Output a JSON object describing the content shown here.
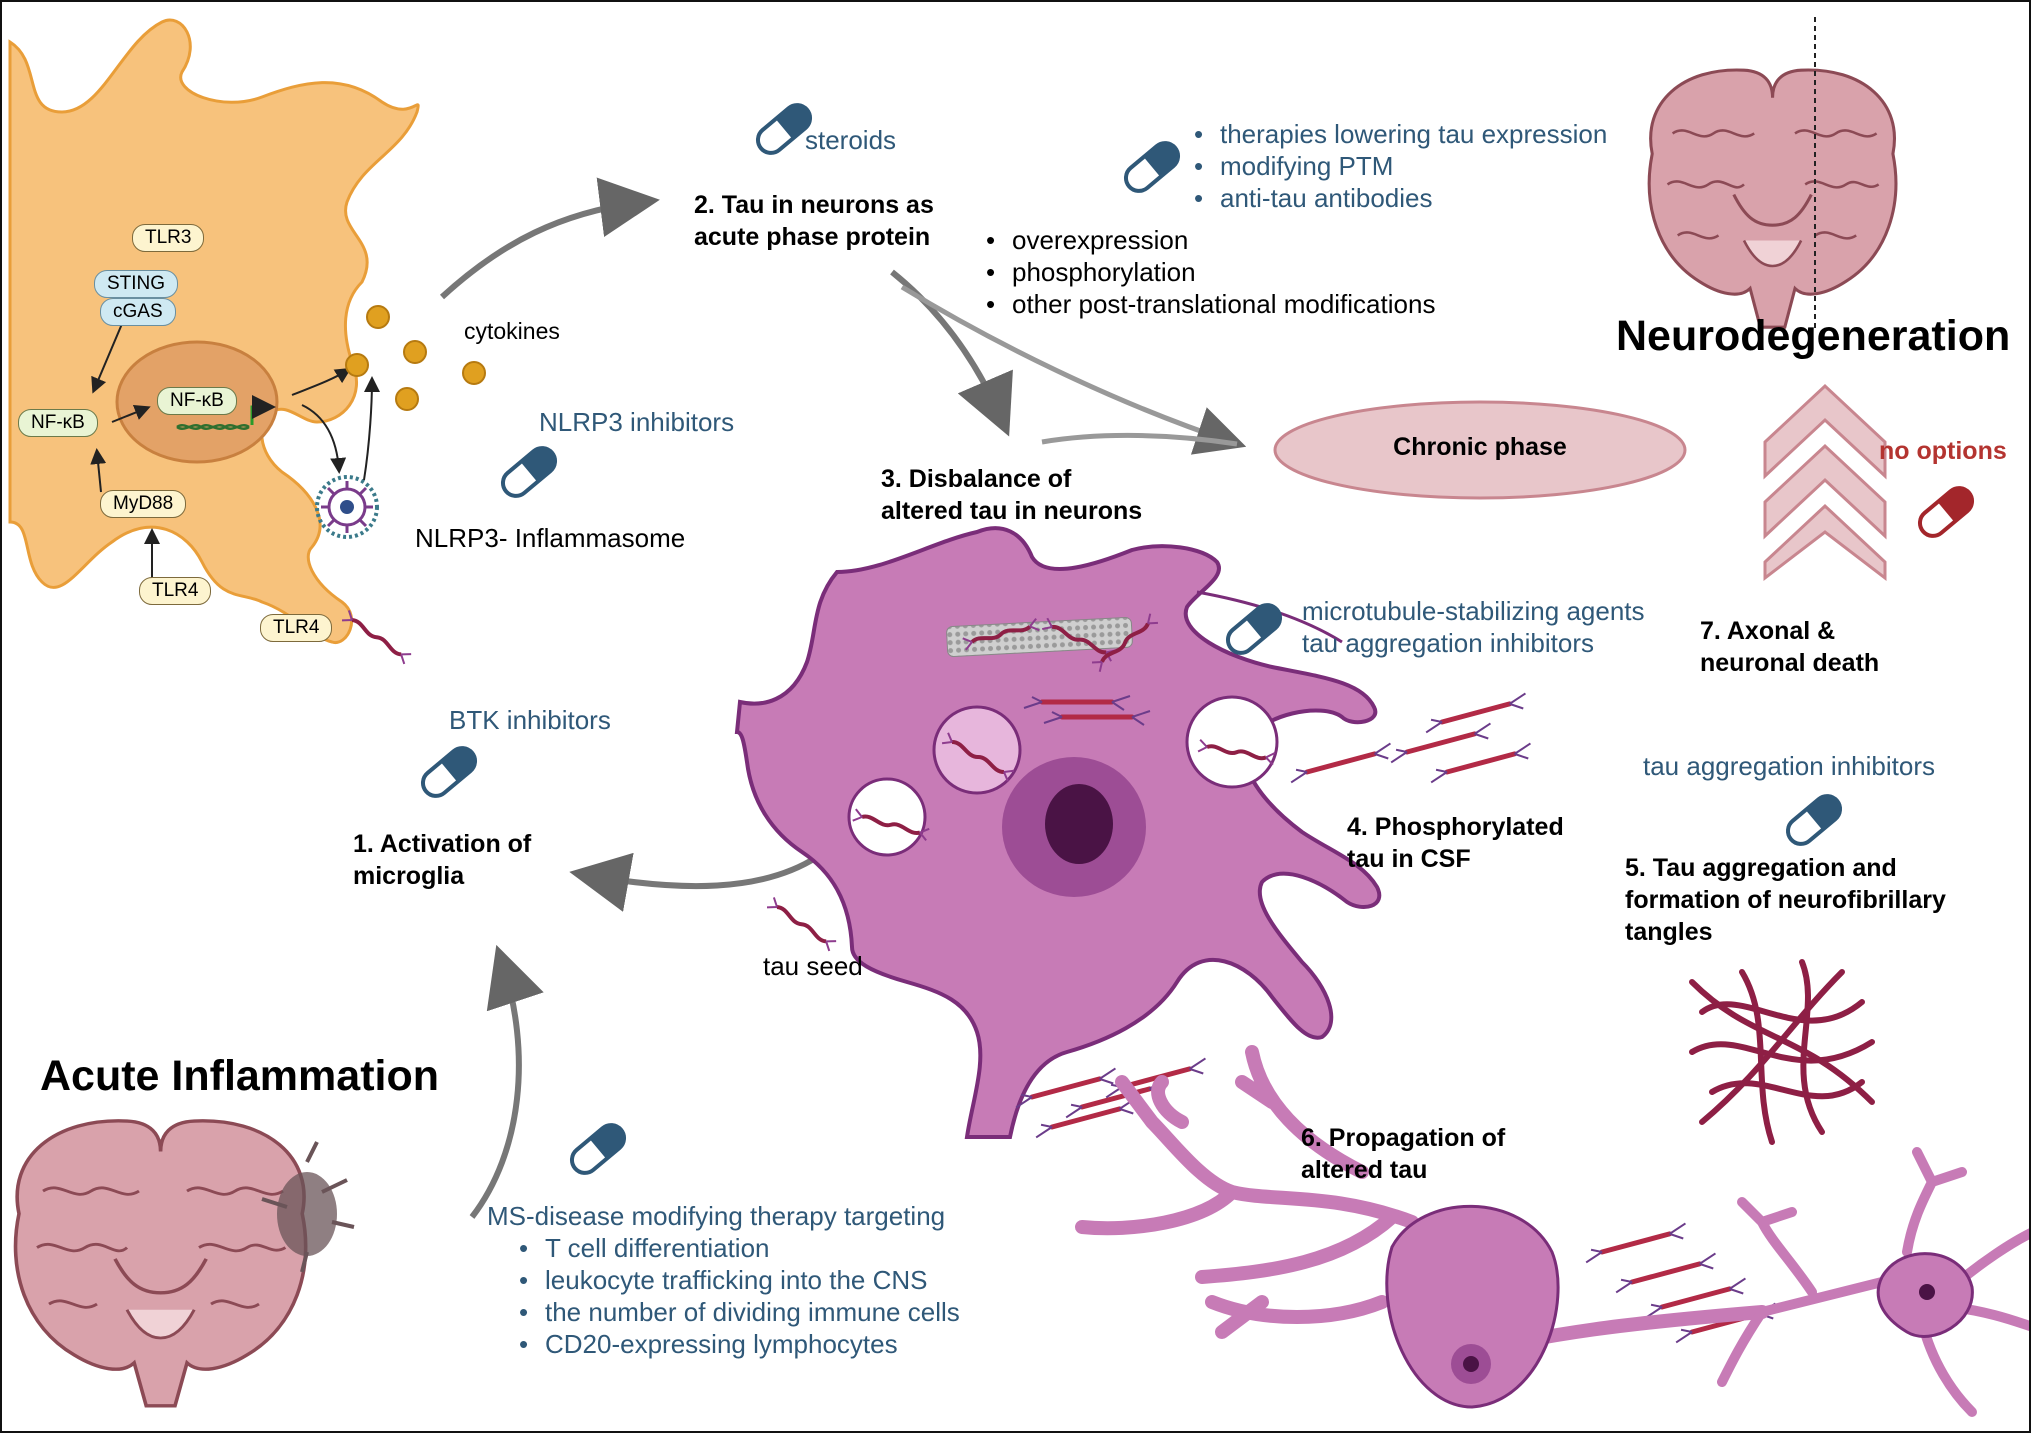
{
  "microglia": {
    "labels": {
      "tlr3": "TLR3",
      "sting": "STING",
      "cgas": "cGAS",
      "nfkb_left": "NF-κB",
      "nfkb_nucleus": "NF-κB",
      "myd88": "MyD88",
      "tlr4_inner": "TLR4",
      "tlr4_outer": "TLR4"
    },
    "cytokines": "cytokines",
    "inflammasome": "NLRP3- Inflammasome"
  },
  "therapies": {
    "steroids": "steroids",
    "nlrp3": "NLRP3 inhibitors",
    "btk": "BTK inhibitors",
    "tau_therapies": [
      "therapies lowering tau expression",
      "modifying PTM",
      "anti-tau antibodies"
    ],
    "microtubule": [
      "microtubule-stabilizing agents",
      "tau aggregation inhibitors"
    ],
    "tau_aggregation": "tau aggregation inhibitors",
    "no_options": "no options",
    "ms_heading": "MS-disease modifying therapy targeting",
    "ms_items": [
      "T cell differentiation",
      "leukocyte trafficking into the CNS",
      "the number of dividing immune cells",
      "CD20-expressing lymphocytes"
    ]
  },
  "steps": {
    "step1": [
      "1. Activation of",
      "microglia"
    ],
    "step2": [
      "2. Tau in neurons as",
      "acute phase protein"
    ],
    "step3": [
      "3. Disbalance of",
      "altered tau in neurons"
    ],
    "step4": [
      "4. Phosphorylated",
      "tau in CSF"
    ],
    "step5": [
      "5. Tau aggregation and",
      "formation of neurofibrillary",
      "tangles"
    ],
    "step6": [
      "6. Propagation of",
      "altered tau"
    ],
    "step7": [
      "7. Axonal &",
      "neuronal death"
    ]
  },
  "tau_changes": [
    "overexpression",
    "phosphorylation",
    "other post-translational modifications"
  ],
  "chronic_phase": "Chronic phase",
  "tau_seed": "tau seed",
  "headings": {
    "acute": "Acute Inflammation",
    "neurodegeneration": "Neurodegeneration"
  },
  "colors": {
    "microglia_fill": "#f7c27c",
    "neuron_fill": "#c77bb6",
    "therapy_text": "#2f5878",
    "no_options": "#b43430",
    "chronic_fill": "#e8c6ca",
    "tau_fibril": "#8e1f45"
  }
}
